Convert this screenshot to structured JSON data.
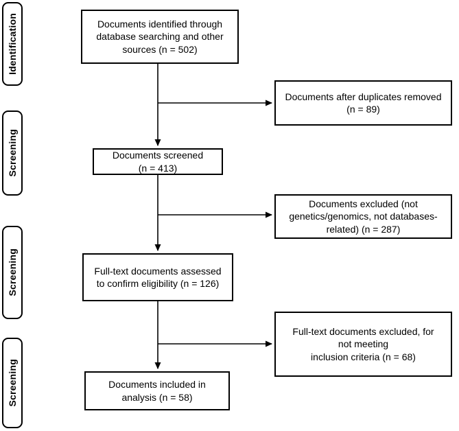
{
  "diagram": {
    "type": "flowchart",
    "description": "Document selection flow diagram (PRISMA style)",
    "stages": [
      {
        "label": "Identification"
      },
      {
        "label": "Screening"
      },
      {
        "label": "Screening"
      },
      {
        "label": "Screening"
      }
    ],
    "boxes": {
      "identified": {
        "lines": [
          "Documents identified through",
          "database searching and other",
          "sources (n = 502)"
        ],
        "n": 502
      },
      "duplicates_removed": {
        "lines": [
          "Documents after duplicates removed",
          "(n = 89)"
        ],
        "n": 89
      },
      "screened": {
        "lines": [
          "Documents screened",
          "(n = 413)"
        ],
        "n": 413
      },
      "excluded": {
        "lines": [
          "Documents excluded (not",
          "genetics/genomics, not databases-",
          "related) (n = 287)"
        ],
        "n": 287
      },
      "fulltext_assessed": {
        "lines": [
          "Full-text documents assessed",
          "to confirm eligibility (n = 126)"
        ],
        "n": 126
      },
      "fulltext_excluded": {
        "lines": [
          "Full-text documents excluded, for",
          "not meeting",
          "inclusion criteria (n = 68)"
        ],
        "n": 68
      },
      "included": {
        "lines": [
          "Documents included in",
          "analysis (n = 58)"
        ],
        "n": 58
      }
    },
    "colors": {
      "stroke": "#000000",
      "fill": "#ffffff",
      "text": "#000000"
    }
  }
}
